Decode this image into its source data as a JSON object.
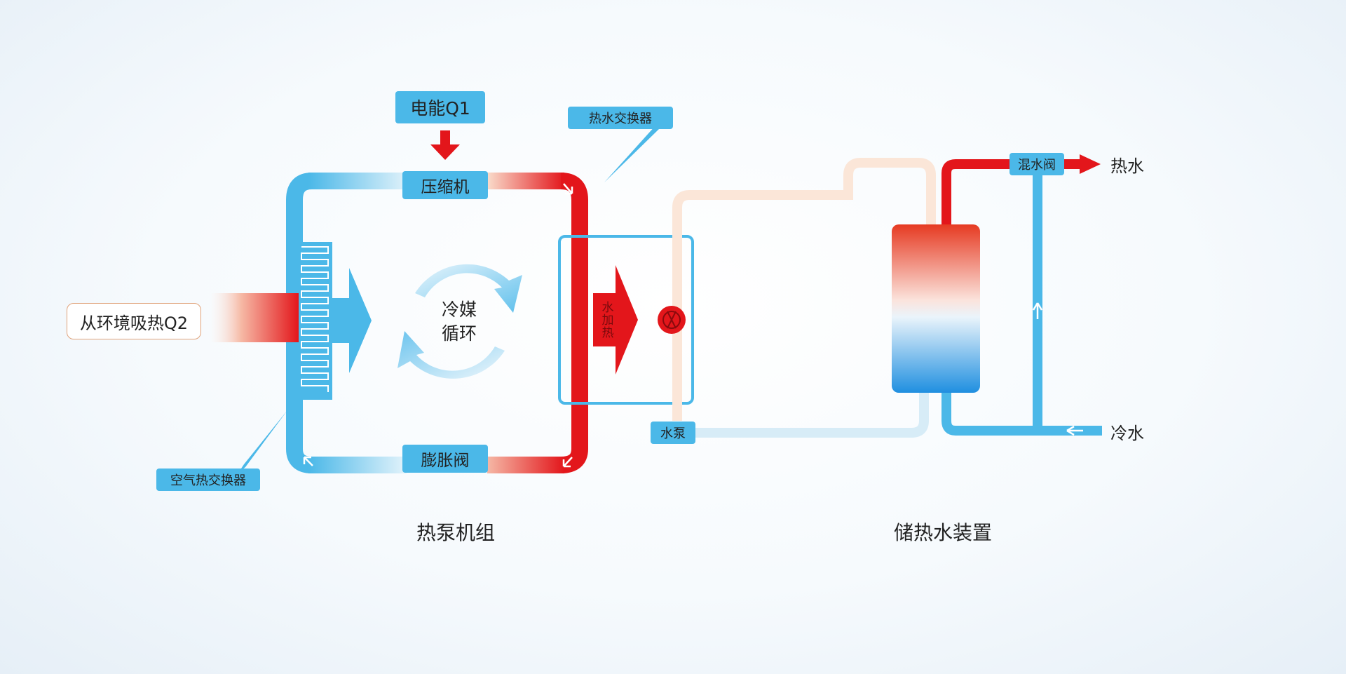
{
  "labels": {
    "electric_energy": "电能Q1",
    "compressor": "压缩机",
    "expansion_valve": "膨胀阀",
    "refrigerant_cycle_line1": "冷媒",
    "refrigerant_cycle_line2": "循环",
    "hot_water_exchanger": "热水交换器",
    "air_heat_exchanger": "空气热交换器",
    "absorb_heat": "从环境吸热Q2",
    "water_heating": "水加热",
    "water_pump": "水泵",
    "mixing_valve": "混水阀",
    "hot_water": "热水",
    "cold_water": "冷水",
    "heat_pump_unit": "热泵机组",
    "hot_water_storage": "储热水装置"
  },
  "colors": {
    "blue": "#4bb8e8",
    "red": "#e3161b",
    "pale": "#f9e6d6",
    "tank_top": "#e63a22",
    "tank_bottom": "#1f8fe0"
  }
}
